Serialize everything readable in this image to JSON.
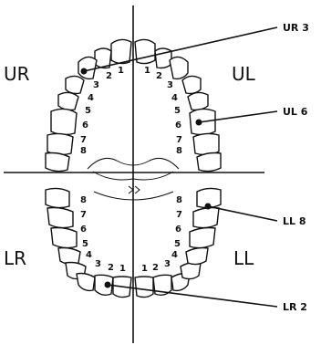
{
  "quadrants": {
    "ur": "UR",
    "ul": "UL",
    "lr": "LR",
    "ll": "LL"
  },
  "callouts": {
    "ur3": "UR 3",
    "ul6": "UL 6",
    "ll8": "LL 8",
    "lr2": "LR 2"
  },
  "tooth_numbers": {
    "upper_right": [
      "1",
      "2",
      "3",
      "4",
      "5",
      "6",
      "7",
      "8"
    ],
    "upper_left": [
      "1",
      "2",
      "3",
      "4",
      "5",
      "6",
      "7",
      "8"
    ],
    "lower_right": [
      "1",
      "2",
      "3",
      "4",
      "5",
      "6",
      "7",
      "8"
    ],
    "lower_left": [
      "1",
      "2",
      "3",
      "4",
      "5",
      "6",
      "7",
      "8"
    ]
  }
}
